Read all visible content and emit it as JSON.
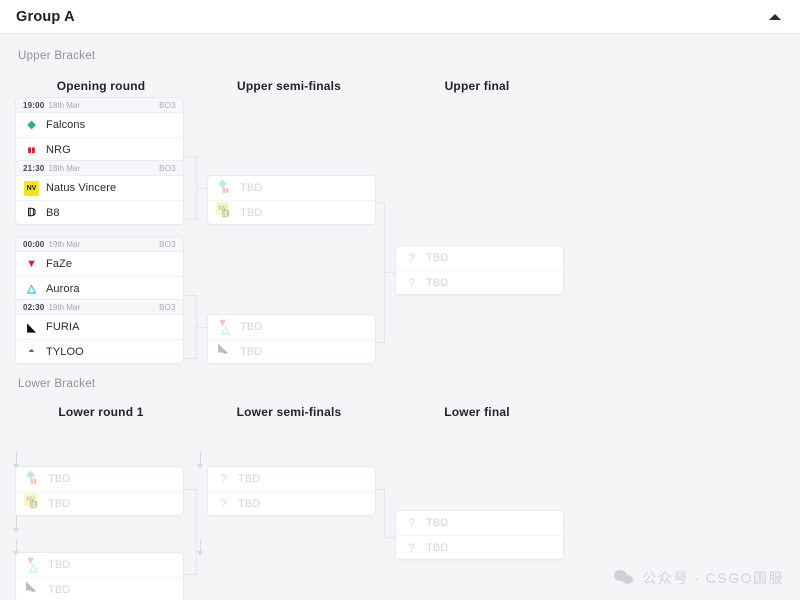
{
  "header": {
    "title": "Group A",
    "collapse_icon": "chevron-up-icon"
  },
  "brackets": {
    "upper": {
      "label": "Upper Bracket",
      "rounds": [
        {
          "label": "Opening round"
        },
        {
          "label": "Upper semi-finals"
        },
        {
          "label": "Upper final"
        }
      ]
    },
    "lower": {
      "label": "Lower Bracket",
      "rounds": [
        {
          "label": "Lower round 1"
        },
        {
          "label": "Lower semi-finals"
        },
        {
          "label": "Lower final"
        }
      ]
    }
  },
  "tbd_label": "TBD",
  "matches": {
    "upper_opening": [
      {
        "time": "19:00",
        "date": "18th Mar",
        "format": "BO3",
        "teams": [
          {
            "name": "Falcons",
            "logo": "falcons-logo",
            "color": "#1fb47a"
          },
          {
            "name": "NRG",
            "logo": "nrg-logo",
            "color": "#d91f2d"
          }
        ]
      },
      {
        "time": "21:30",
        "date": "18th Mar",
        "format": "BO3",
        "teams": [
          {
            "name": "Natus Vincere",
            "logo": "navi-logo",
            "color": "#f2e421"
          },
          {
            "name": "B8",
            "logo": "b8-logo",
            "color": "#1a1a1a"
          }
        ]
      },
      {
        "time": "00:00",
        "date": "19th Mar",
        "format": "BO3",
        "teams": [
          {
            "name": "FaZe",
            "logo": "faze-logo",
            "color": "#e01a45"
          },
          {
            "name": "Aurora",
            "logo": "aurora-logo",
            "color": "#24c6c9"
          }
        ]
      },
      {
        "time": "02:30",
        "date": "19th Mar",
        "format": "BO3",
        "teams": [
          {
            "name": "FURIA",
            "logo": "furia-logo",
            "color": "#121212"
          },
          {
            "name": "TYLOO",
            "logo": "tyloo-logo",
            "color": "#9d3746"
          }
        ]
      }
    ],
    "upper_semifinals": [
      {
        "teams": [
          {
            "name": "TBD",
            "logo": "falcons-nrg-logos",
            "color": "#1fb47a",
            "color2": "#d91f2d"
          },
          {
            "name": "TBD",
            "logo": "navi-b8-logos",
            "color": "#f2e421",
            "color2": "#1a1a1a"
          }
        ]
      },
      {
        "teams": [
          {
            "name": "TBD",
            "logo": "faze-aurora-logos",
            "color": "#e01a45",
            "color2": "#24c6c9"
          },
          {
            "name": "TBD",
            "logo": "furia-tyloo-logos",
            "color": "#121212",
            "color2": "#9d3746"
          }
        ]
      }
    ],
    "upper_final": [
      {
        "teams": [
          {
            "name": "TBD",
            "logo": "question-mark-icon"
          },
          {
            "name": "TBD",
            "logo": "question-mark-icon"
          }
        ]
      }
    ],
    "lower_round1": [
      {
        "teams": [
          {
            "name": "TBD",
            "logo": "falcons-nrg-logos",
            "color": "#1fb47a",
            "color2": "#d91f2d"
          },
          {
            "name": "TBD",
            "logo": "navi-b8-logos",
            "color": "#f2e421",
            "color2": "#1a1a1a"
          }
        ]
      },
      {
        "teams": [
          {
            "name": "TBD",
            "logo": "faze-aurora-logos",
            "color": "#e01a45",
            "color2": "#24c6c9"
          },
          {
            "name": "TBD",
            "logo": "furia-tyloo-logos",
            "color": "#121212",
            "color2": "#9d3746"
          }
        ]
      }
    ],
    "lower_semifinals": [
      {
        "teams": [
          {
            "name": "TBD",
            "logo": "question-mark-icon"
          },
          {
            "name": "TBD",
            "logo": "question-mark-icon"
          }
        ]
      }
    ],
    "lower_final": [
      {
        "teams": [
          {
            "name": "TBD",
            "logo": "question-mark-icon"
          },
          {
            "name": "TBD",
            "logo": "question-mark-icon"
          }
        ]
      }
    ]
  },
  "watermark": {
    "icon": "wechat-icon",
    "text": "公众号 · CSGO国服"
  },
  "colors": {
    "page_background": "#f4f5f7",
    "card_background": "#ffffff",
    "connector": "#e4e6ea",
    "tbd_text": "#d3d6db"
  }
}
